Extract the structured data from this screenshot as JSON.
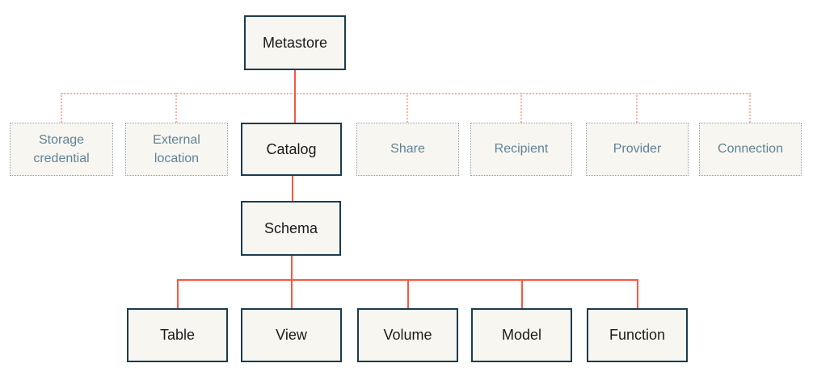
{
  "diagram": {
    "type": "hierarchy-flowchart",
    "colors": {
      "page_background": "#FFFFFF",
      "box_background": "#F8F6F1",
      "solid_box_border": "#1B3B4F",
      "solid_box_text": "#1A1A1A",
      "dotted_box_border": "#89A2B0",
      "dotted_box_text": "#5F8396",
      "solid_connector": "#F9573F",
      "dotted_connector": "#FFB0A1"
    },
    "nodes": {
      "metastore": {
        "label": "Metastore",
        "style": "solid",
        "level": 1
      },
      "storage_credential": {
        "label": "Storage credential",
        "style": "dotted",
        "level": 2
      },
      "external_location": {
        "label": "External location",
        "style": "dotted",
        "level": 2
      },
      "catalog": {
        "label": "Catalog",
        "style": "solid",
        "level": 2
      },
      "share": {
        "label": "Share",
        "style": "dotted",
        "level": 2
      },
      "recipient": {
        "label": "Recipient",
        "style": "dotted",
        "level": 2
      },
      "provider": {
        "label": "Provider",
        "style": "dotted",
        "level": 2
      },
      "connection": {
        "label": "Connection",
        "style": "dotted",
        "level": 2
      },
      "schema": {
        "label": "Schema",
        "style": "solid",
        "level": 3
      },
      "table": {
        "label": "Table",
        "style": "solid",
        "level": 4
      },
      "view": {
        "label": "View",
        "style": "solid",
        "level": 4
      },
      "volume": {
        "label": "Volume",
        "style": "solid",
        "level": 4
      },
      "model": {
        "label": "Model",
        "style": "solid",
        "level": 4
      },
      "function": {
        "label": "Function",
        "style": "solid",
        "level": 4
      }
    },
    "edges": {
      "solid": [
        [
          "metastore",
          "catalog"
        ],
        [
          "catalog",
          "schema"
        ],
        [
          "schema",
          "table"
        ],
        [
          "schema",
          "view"
        ],
        [
          "schema",
          "volume"
        ],
        [
          "schema",
          "model"
        ],
        [
          "schema",
          "function"
        ]
      ],
      "dotted": [
        [
          "metastore",
          "storage_credential"
        ],
        [
          "metastore",
          "external_location"
        ],
        [
          "metastore",
          "share"
        ],
        [
          "metastore",
          "recipient"
        ],
        [
          "metastore",
          "provider"
        ],
        [
          "metastore",
          "connection"
        ]
      ]
    }
  }
}
